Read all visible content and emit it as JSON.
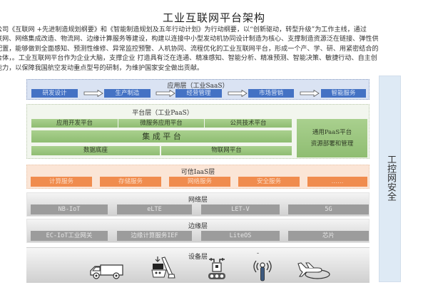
{
  "title": "工业互联网平台架构",
  "intro_lines": [
    "公司《互联网 +先进制造规划纲要》和《智能制造规划及五年行动计划》为行动纲要，以“创新驱动，转型升级”为工作主线，通过",
    "联网、网络集成改造、物流网、边缘计算服务等建设，构建以连接中小型发动机协同设计制造为核心、支撑制造资源泛在链接、弹性供",
    "配置，能够做到全面感知、预测性维修、异常监控预警、人机协同、流程优化的工业互联网平台，形成一个产、学、研、用紧密结合的",
    "合体，。工业互联网平台作为企业大脑，支撑企业 打造具有泛在连通、精准感知、智能分析、精准预测、智能决策、敏捷行动、自主创",
    "能力，以保障我国航空发动重点型号的研制，为维护国家安全做出贡献。"
  ],
  "saas": {
    "label": "应用层（工业SaaS）",
    "items": [
      "研发设计",
      "生产制造",
      "经营管理",
      "市场营销",
      "智能服务"
    ],
    "color": "#4472c4"
  },
  "paas": {
    "label": "平台层（工业PaaS）",
    "row1": [
      "应用开发平台",
      "微服务应用平台",
      "公共技术平台"
    ],
    "integration": "集 成 平 台",
    "row3": [
      "数据底座",
      "物联网平台"
    ],
    "right_line1": "通用PaaS平台",
    "right_line2": "资源部署和管理",
    "color": "#a9d08e"
  },
  "iaas": {
    "label": "可信IaaS层",
    "items": [
      "计算服务",
      "存储服务",
      "网络服务",
      "安全服务",
      "……"
    ],
    "color": "#f08c4e"
  },
  "network": {
    "label": "网络层",
    "items": [
      "NB-IoT",
      "eLTE",
      "LET-V",
      "5G"
    ]
  },
  "edge": {
    "label": "边缘层",
    "items": [
      "EC-IoT工业网关",
      "边缘计算服务IEF",
      "LiteOS",
      "芯片"
    ]
  },
  "device": {
    "label": "设备层",
    "dash": "-",
    "icons": [
      "van-icon",
      "conveyor-machine-icon",
      "robot-arm-icon",
      "wireless-sensor-icon",
      "aircraft-icon"
    ]
  },
  "security": {
    "label": "工控网安全",
    "color": "#deeaf5"
  }
}
